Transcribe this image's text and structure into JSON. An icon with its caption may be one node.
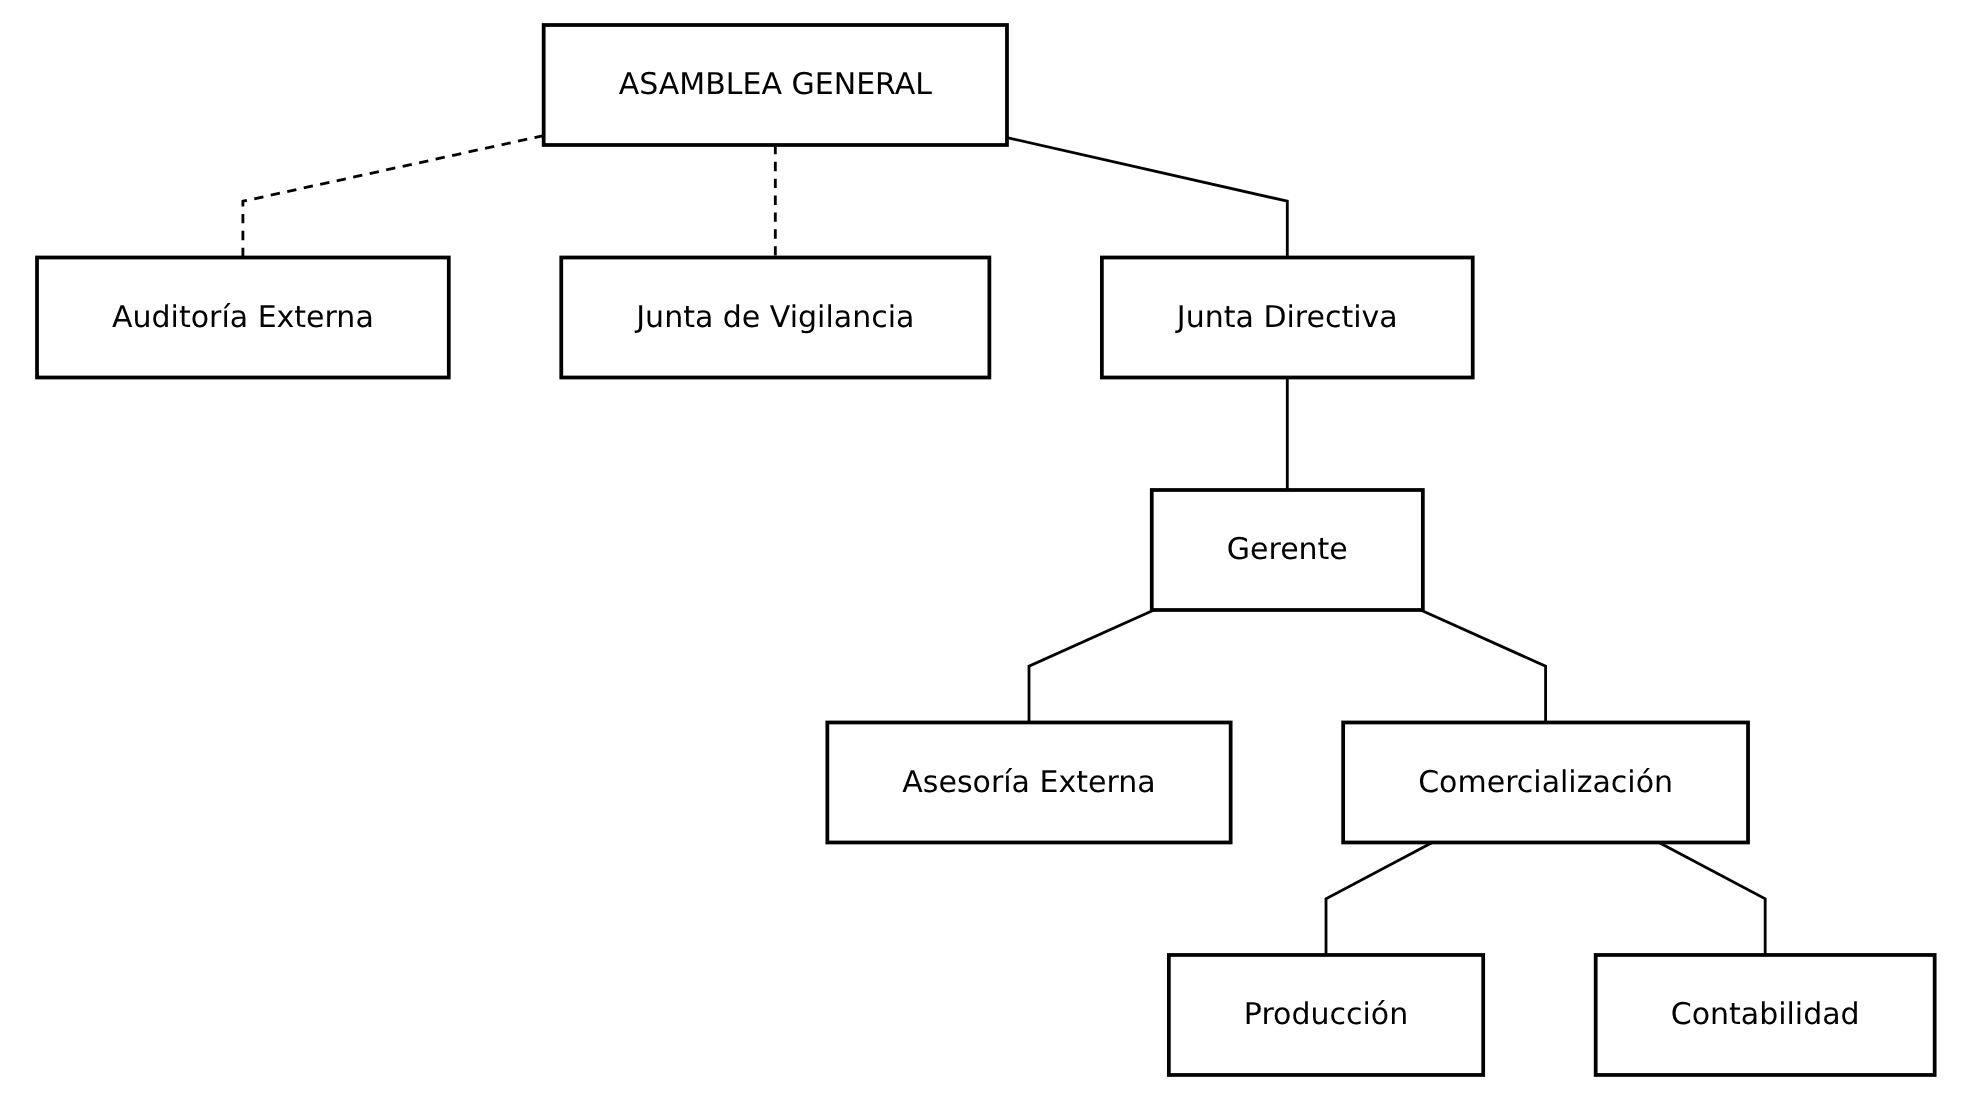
{
  "diagram": {
    "nodes": [
      {
        "text": [
          "ASAMBLEA GENERAL"
        ]
      },
      {
        "text": [
          "Auditoría Externa"
        ]
      },
      {
        "text": [
          "Junta de Vigilancia"
        ]
      },
      {
        "text": [
          "Junta Directiva"
        ]
      },
      {
        "text": [
          "Gerente"
        ]
      },
      {
        "text": [
          "Asesoría Externa"
        ]
      },
      {
        "text": [
          "Producción"
        ]
      },
      {
        "text": [
          "Comercialización"
        ]
      },
      {
        "text": [
          "Contabilidad"
        ]
      }
    ],
    "edges": [
      {
        "from": 0,
        "to": 3,
        "arrow": "none"
      },
      {
        "from": 0,
        "to": 1,
        "arrow": "none",
        "style": "dashed"
      },
      {
        "from": 0,
        "to": 2,
        "arrow": "none",
        "style": "dashed"
      },
      {
        "from": 3,
        "to": 4,
        "arrow": "none"
      },
      {
        "from": 4,
        "to": 5,
        "arrow": "none"
      },
      {
        "from": 4,
        "to": 7,
        "arrow": "none"
      },
      {
        "from": 7,
        "to": 6,
        "arrow": "none"
      },
      {
        "from": 7,
        "to": 8,
        "arrow": "none"
      }
    ]
  }
}
